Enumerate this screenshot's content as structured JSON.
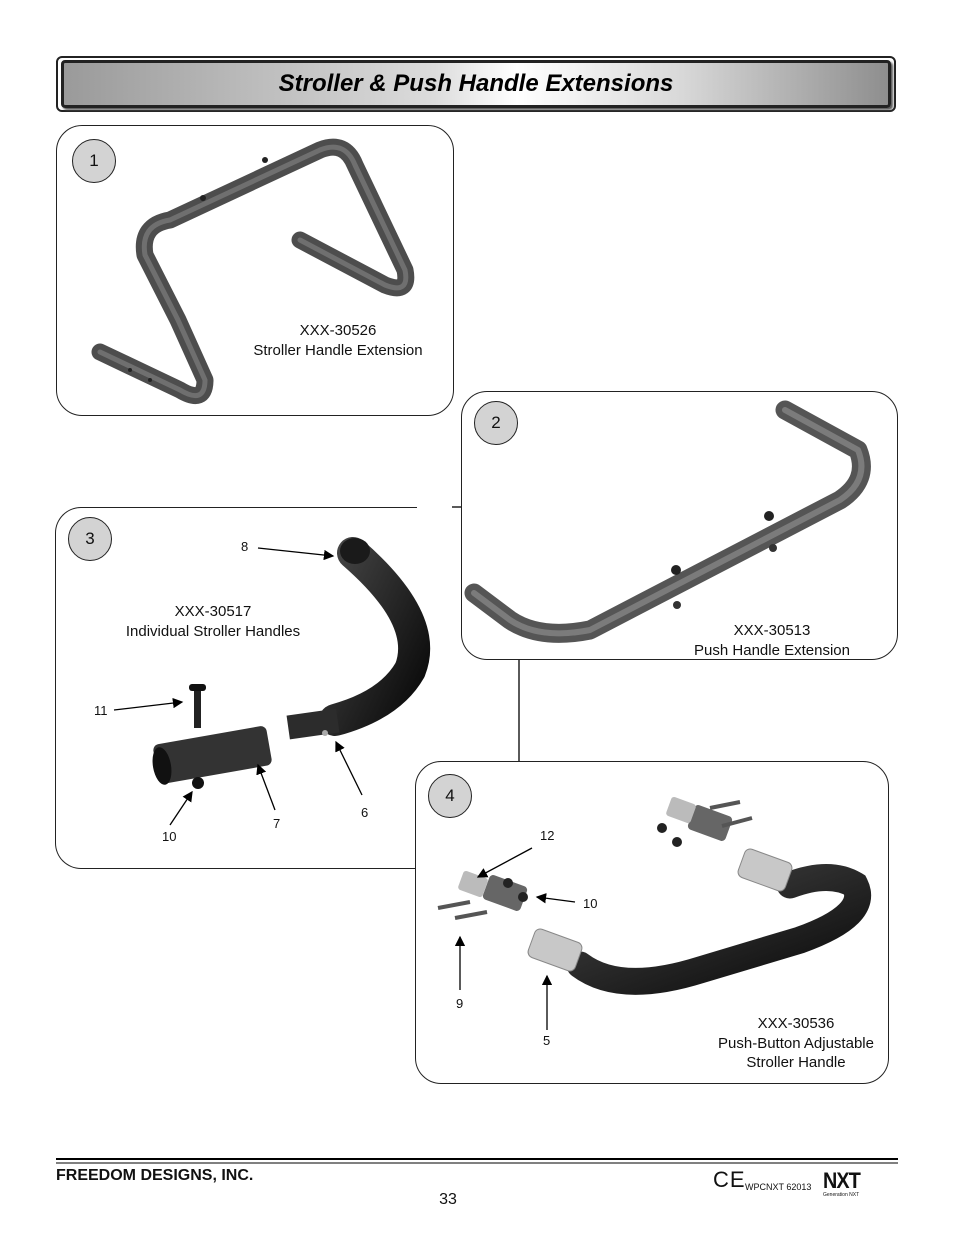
{
  "header": {
    "title": "Stroller & Push Handle Extensions"
  },
  "panels": [
    {
      "number": "1",
      "part_no": "XXX-30526",
      "part_name": "Stroller Handle Extension"
    },
    {
      "number": "2",
      "part_no": "XXX-30513",
      "part_name": "Push Handle Extension"
    },
    {
      "number": "3",
      "part_no": "XXX-30517",
      "part_name": "Individual Stroller Handles",
      "callouts": [
        "8",
        "11",
        "10",
        "7",
        "6"
      ]
    },
    {
      "number": "4",
      "part_no": "XXX-30536",
      "part_name_line1": "Push-Button Adjustable",
      "part_name_line2": "Stroller Handle",
      "callouts": [
        "12",
        "10",
        "9",
        "5"
      ]
    }
  ],
  "footer": {
    "company": "FREEDOM DESIGNS, INC.",
    "page_number": "33",
    "doc_code": "WPCNXT 62013",
    "ce_mark": "CE",
    "logo_text": "NXT",
    "logo_subtext": "Generation NXT"
  }
}
